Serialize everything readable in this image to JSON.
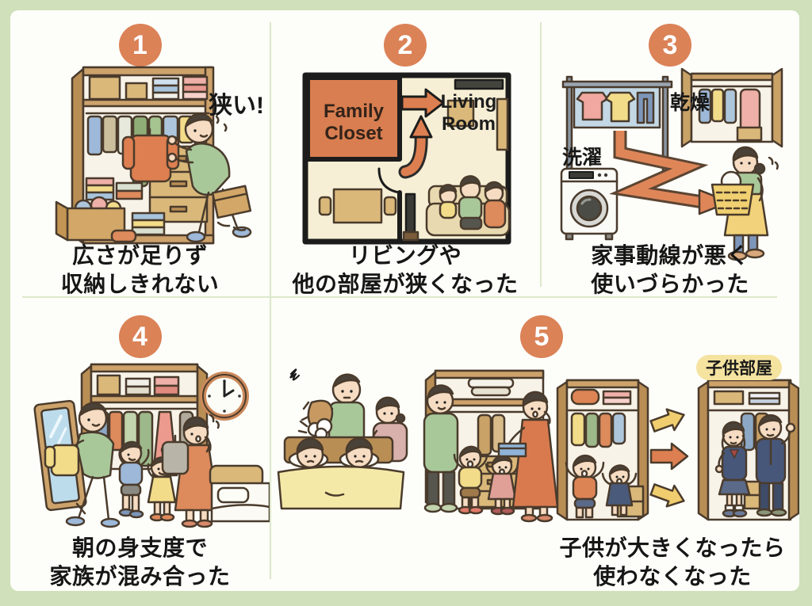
{
  "colors": {
    "background_green": "#cfe0ba",
    "sheet_white": "#fdfdf9",
    "divider_green": "#dce8ca",
    "badge_orange": "#db8257",
    "accent_orange": "#dd7f50",
    "highlight_yellow": "#f5e3a0"
  },
  "panels": [
    {
      "number": "1",
      "caption": "広さが足りず\n収納しきれない",
      "annotation": "狭い!"
    },
    {
      "number": "2",
      "caption": "リビングや\n他の部屋が狭くなった",
      "room_left": "Family\nCloset",
      "room_right": "Living\nRoom"
    },
    {
      "number": "3",
      "caption": "家事動線が悪く\n使いづらかった",
      "label_dry": "乾燥",
      "label_wash": "洗濯"
    },
    {
      "number": "4",
      "caption": "朝の身支度で\n家族が混み合った"
    },
    {
      "number": "5",
      "caption": "子供が大きくなったら\n使わなくなった",
      "room_badge": "子供部屋"
    }
  ]
}
